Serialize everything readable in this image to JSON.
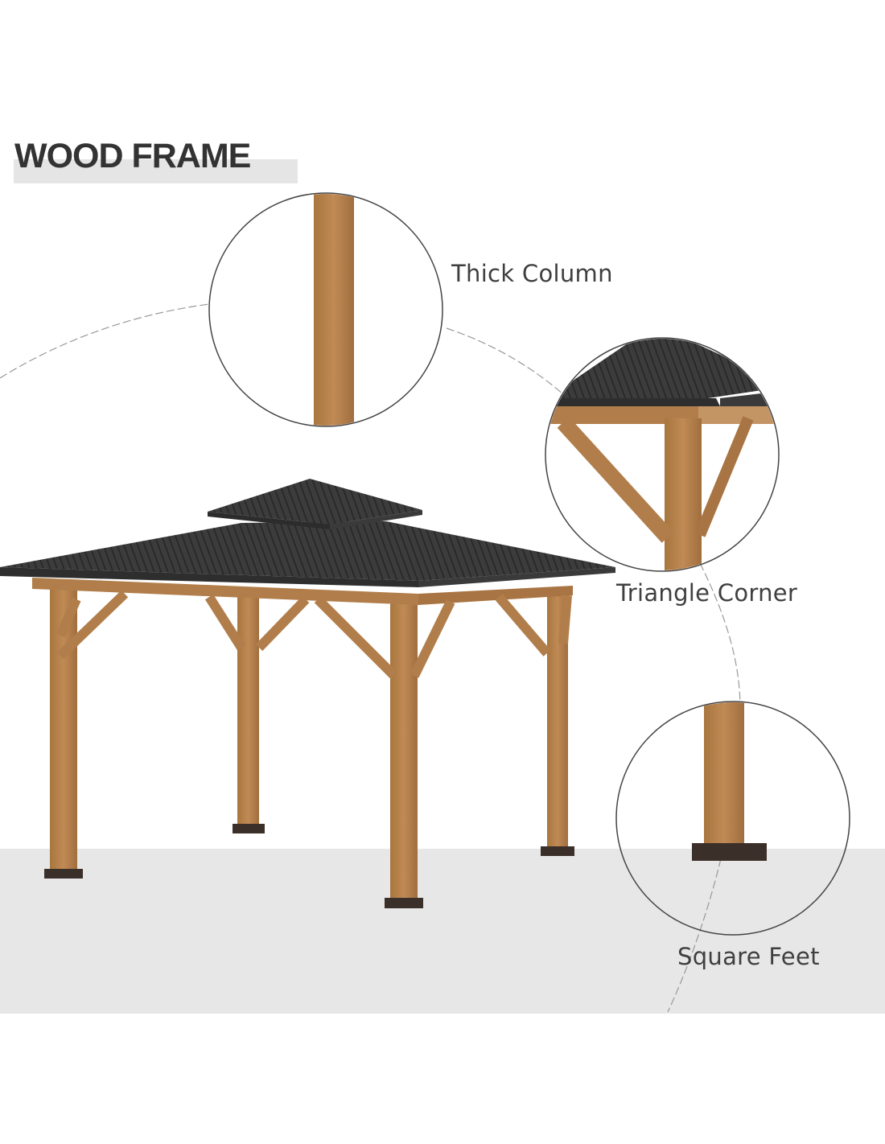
{
  "heading": "WOOD FRAME",
  "callouts": [
    {
      "label": "Thick Column"
    },
    {
      "label": "Triangle Corner"
    },
    {
      "label": "Square Feet"
    }
  ],
  "colors": {
    "wood": "#b07d4c",
    "roof": "#3a3a3a",
    "floor": "#e6e7e6",
    "foot": "#3b2f2a"
  }
}
